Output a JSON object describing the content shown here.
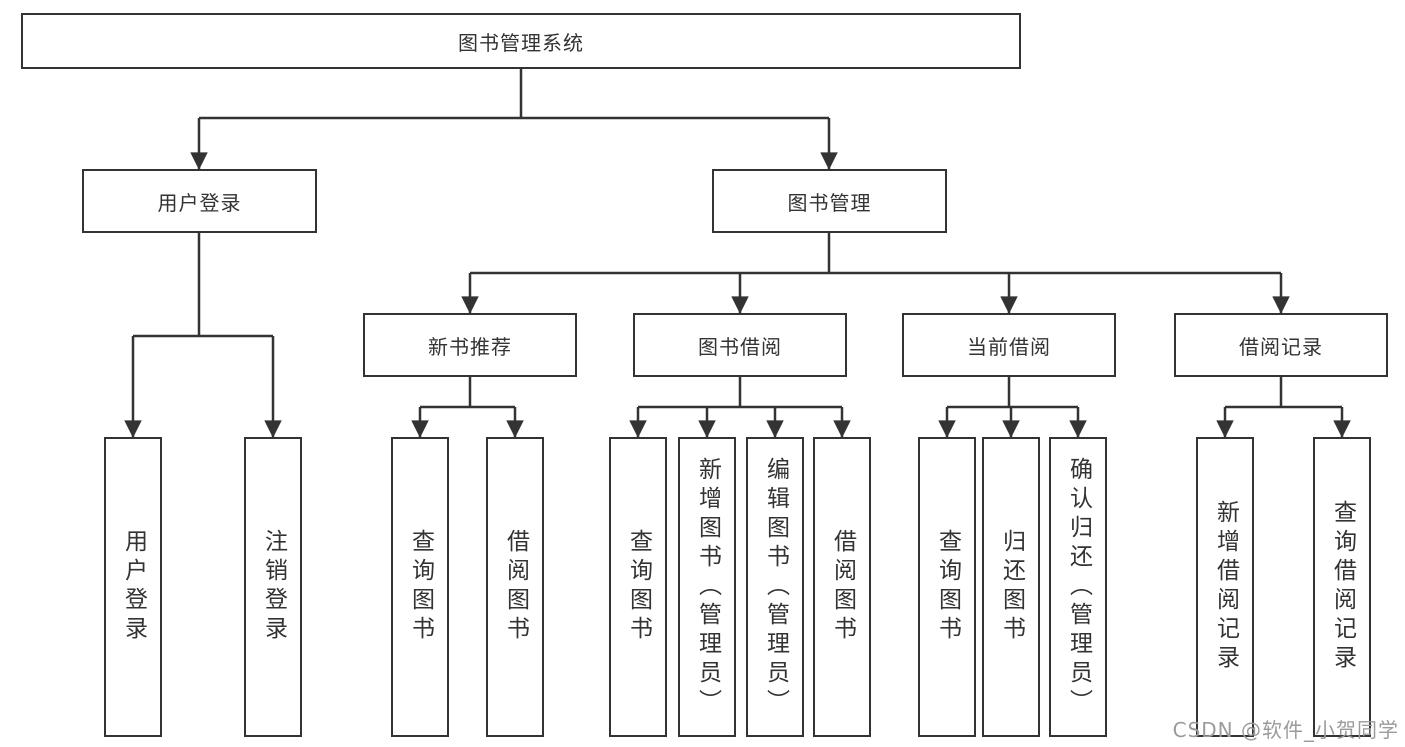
{
  "diagram": {
    "root_label": "图书管理系统",
    "level2": [
      "用户登录",
      "图书管理"
    ],
    "level3": [
      "新书推荐",
      "图书借阅",
      "当前借阅",
      "借阅记录"
    ],
    "leaves": [
      "用户登录",
      "注销登录",
      "查询图书",
      "借阅图书",
      "查询图书",
      "新增图书（管理员）",
      "编辑图书（管理员）",
      "借阅图书",
      "查询图书",
      "归还图书",
      "确认归还（管理员）",
      "新增借阅记录",
      "查询借阅记录"
    ],
    "tree": {
      "图书管理系统": {
        "用户登录": [
          "用户登录",
          "注销登录"
        ],
        "图书管理": {
          "新书推荐": [
            "查询图书",
            "借阅图书"
          ],
          "图书借阅": [
            "查询图书",
            "新增图书（管理员）",
            "编辑图书（管理员）",
            "借阅图书"
          ],
          "当前借阅": [
            "查询图书",
            "归还图书",
            "确认归还（管理员）"
          ],
          "借阅记录": [
            "新增借阅记录",
            "查询借阅记录"
          ]
        }
      }
    },
    "watermark": "CSDN @软件_小贺同学",
    "colors": {
      "line": "#333333",
      "text": "#333333",
      "watermark": "#9b9b9b",
      "background": "#ffffff"
    }
  }
}
